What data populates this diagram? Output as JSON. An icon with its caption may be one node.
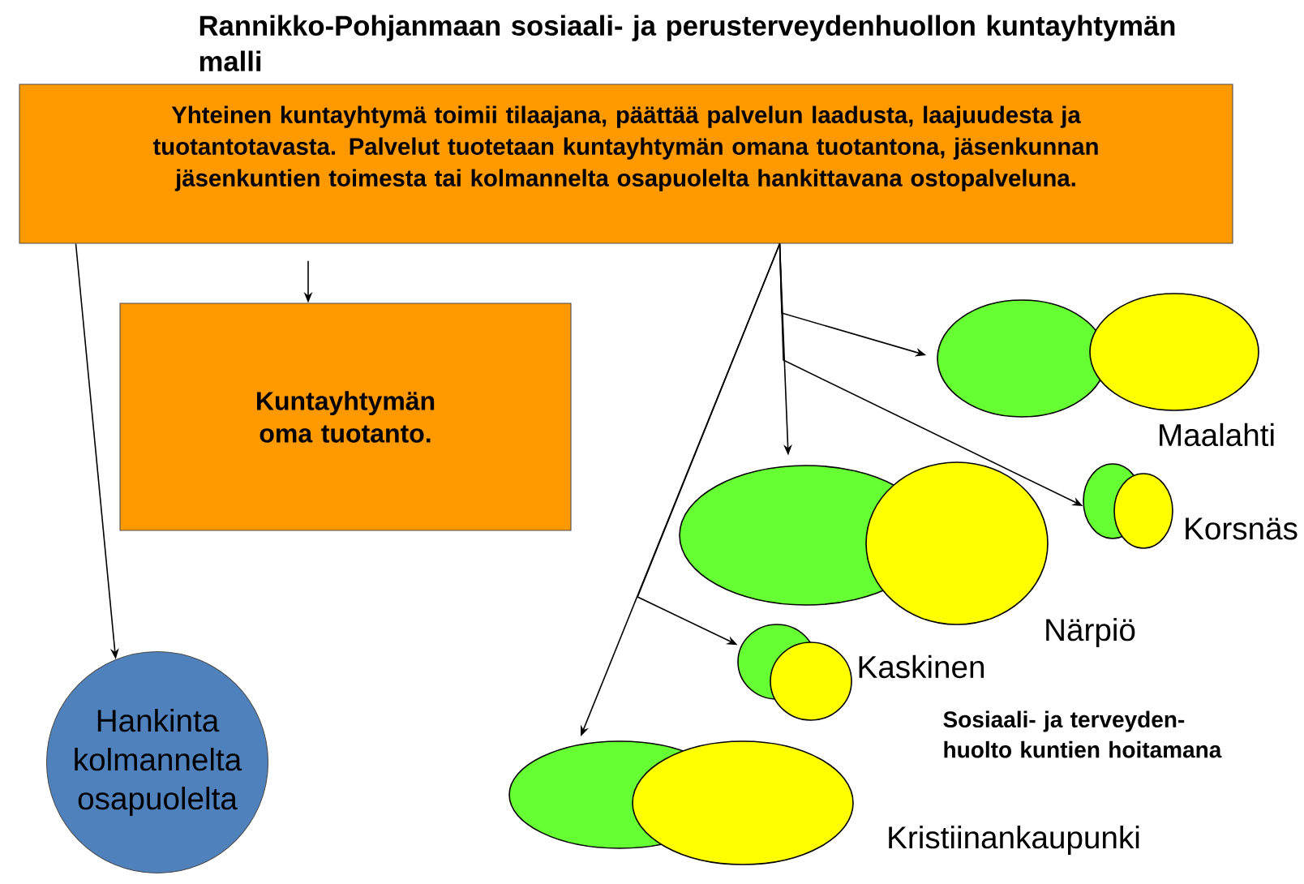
{
  "diagram": {
    "title": "Rannikko-Pohjanmaan sosiaali- ja perusterveydenhuollon kuntayhtymän malli",
    "nodes": [
      {
        "text": [
          "Yhteinen kuntayhtymä toimii tilaajana, päättää palvelun laadusta, laajuudesta ja tuotantotavasta. Palvelut tuotetaan kuntayhtymän omana tuotantona, jäsenkunnan jäsenkuntien toimesta tai kolmannelta osapuolelta hankittavana ostopalveluna."
        ]
      },
      {
        "text": [
          "Kuntayhtymän oma tuotanto."
        ]
      },
      {
        "text": [
          "Hankinta kolmannelta osapuolelta"
        ]
      },
      {
        "text": [
          "Maalahti"
        ]
      },
      {
        "text": [
          "Korsnäs"
        ]
      },
      {
        "text": [
          "Närpiö"
        ]
      },
      {
        "text": [
          "Kaskinen"
        ]
      },
      {
        "text": [
          "Kristiinankaupunki"
        ]
      }
    ],
    "edges": [
      {
        "from": 0,
        "to": 1,
        "arrow": "to"
      },
      {
        "from": 0,
        "to": 2,
        "arrow": "to"
      },
      {
        "from": 0,
        "to": 3,
        "arrow": "to"
      },
      {
        "from": 0,
        "to": 4,
        "arrow": "to"
      },
      {
        "from": 0,
        "to": 5,
        "arrow": "to"
      },
      {
        "from": 0,
        "to": 6,
        "arrow": "to"
      },
      {
        "from": 0,
        "to": 7,
        "arrow": "to"
      }
    ],
    "labels": [
      "Sosiaali- ja terveyden- huolto kuntien hoitamana"
    ]
  }
}
